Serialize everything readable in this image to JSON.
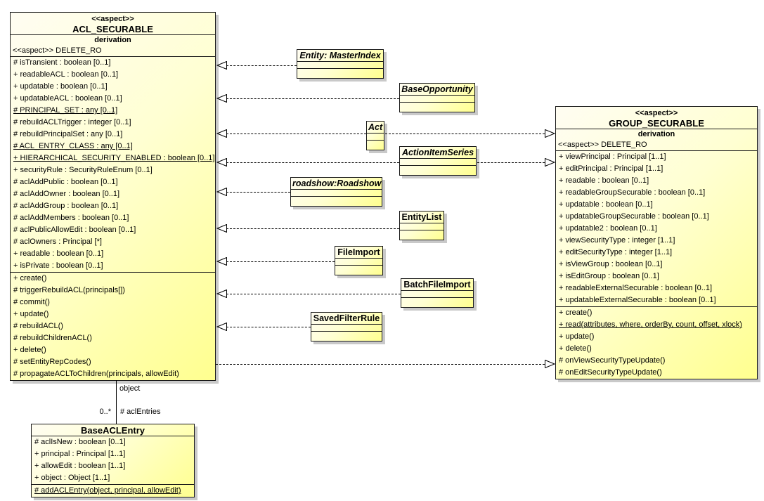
{
  "colors": {
    "node_fill_light": "#fffdf2",
    "node_fill_dark": "#ffff8f",
    "node_border": "#1a1a1a",
    "node_shadow": "#c9c9c9",
    "connector": "#000000",
    "background": "#ffffff"
  },
  "acl": {
    "stereotype": "<<aspect>>",
    "name": "ACL_SECURABLE",
    "derivation": "derivation",
    "substereotype": "<<aspect>> DELETE_RO",
    "attributes": [
      {
        "text": "# isTransient : boolean [0..1]"
      },
      {
        "text": "+ readableACL : boolean [0..1]"
      },
      {
        "text": "+ updatable : boolean [0..1]"
      },
      {
        "text": "+ updatableACL : boolean [0..1]"
      },
      {
        "text": "# PRINCIPAL_SET : any [0..1]",
        "underline": true
      },
      {
        "text": "# rebuildACLTrigger : integer [0..1]"
      },
      {
        "text": "# rebuildPrincipalSet : any [0..1]"
      },
      {
        "text": "# ACL_ENTRY_CLASS : any [0..1]",
        "underline": true
      },
      {
        "text": "+ HIERARCHICAL_SECURITY_ENABLED : boolean [0..1]",
        "underline": true
      },
      {
        "text": "+ securityRule : SecurityRuleEnum [0..1]"
      },
      {
        "text": "# aclAddPublic : boolean [0..1]"
      },
      {
        "text": "# aclAddOwner : boolean [0..1]"
      },
      {
        "text": "# aclAddGroup : boolean [0..1]"
      },
      {
        "text": "# aclAddMembers : boolean [0..1]"
      },
      {
        "text": "# aclPublicAllowEdit : boolean [0..1]"
      },
      {
        "text": "# aclOwners : Principal [*]"
      },
      {
        "text": "+ readable : boolean [0..1]"
      },
      {
        "text": "+ isPrivate : boolean [0..1]"
      }
    ],
    "operations": [
      {
        "text": "+ create()"
      },
      {
        "text": "# triggerRebuildACL(principals[])"
      },
      {
        "text": "# commit()"
      },
      {
        "text": "+ update()"
      },
      {
        "text": "# rebuildACL()"
      },
      {
        "text": "# rebuildChildrenACL()"
      },
      {
        "text": "+ delete()"
      },
      {
        "text": "# setEntityRepCodes()"
      },
      {
        "text": "# propagateACLToChildren(principals, allowEdit)"
      }
    ]
  },
  "group": {
    "stereotype": "<<aspect>>",
    "name": "GROUP_SECURABLE",
    "derivation": "derivation",
    "substereotype": "<<aspect>> DELETE_RO",
    "attributes": [
      {
        "text": "+ viewPrincipal : Principal [1..1]"
      },
      {
        "text": "+ editPrincipal : Principal [1..1]"
      },
      {
        "text": "+ readable : boolean [0..1]"
      },
      {
        "text": "+ readableGroupSecurable : boolean [0..1]"
      },
      {
        "text": "+ updatable : boolean [0..1]"
      },
      {
        "text": "+ updatableGroupSecurable : boolean [0..1]"
      },
      {
        "text": "+ updatable2 : boolean [0..1]"
      },
      {
        "text": "+ viewSecurityType : integer [1..1]"
      },
      {
        "text": "+ editSecurityType : integer [1..1]"
      },
      {
        "text": "+ isViewGroup : boolean [0..1]"
      },
      {
        "text": "+ isEditGroup : boolean [0..1]"
      },
      {
        "text": "+ readableExternalSecurable : boolean [0..1]"
      },
      {
        "text": "+ updatableExternalSecurable : boolean [0..1]"
      }
    ],
    "operations": [
      {
        "text": "+ create()"
      },
      {
        "text": "+ read(attributes, where, orderBy, count, offset, xlock)",
        "underline": true
      },
      {
        "text": "+ update()"
      },
      {
        "text": "+ delete()"
      },
      {
        "text": "# onViewSecurityTypeUpdate()"
      },
      {
        "text": "# onEditSecurityTypeUpdate()"
      }
    ]
  },
  "base_acl_entry": {
    "name": "BaseACLEntry",
    "attributes": [
      {
        "text": "# aclIsNew : boolean [0..1]"
      },
      {
        "text": "+ principal : Principal [1..1]"
      },
      {
        "text": "+ allowEdit : boolean [1..1]"
      },
      {
        "text": "+ object : Object [1..1]"
      }
    ],
    "operations": [
      {
        "text": "# addACLEntry(object, principal, allowEdit)",
        "underline": true
      }
    ]
  },
  "entities": [
    {
      "name": "Entity: MasterIndex",
      "abstract": true
    },
    {
      "name": "BaseOpportunity",
      "abstract": true
    },
    {
      "name": "Act",
      "abstract": true
    },
    {
      "name": "ActionItemSeries",
      "abstract": true
    },
    {
      "name": "roadshow:Roadshow",
      "abstract": true
    },
    {
      "name": "EntityList",
      "abstract": false
    },
    {
      "name": "FileImport",
      "abstract": false
    },
    {
      "name": "BatchFileImport",
      "abstract": false
    },
    {
      "name": "SavedFilterRule",
      "abstract": false
    }
  ],
  "association": {
    "role_top": "object",
    "multiplicity": "0..*",
    "role_bottom": "# aclEntries"
  }
}
